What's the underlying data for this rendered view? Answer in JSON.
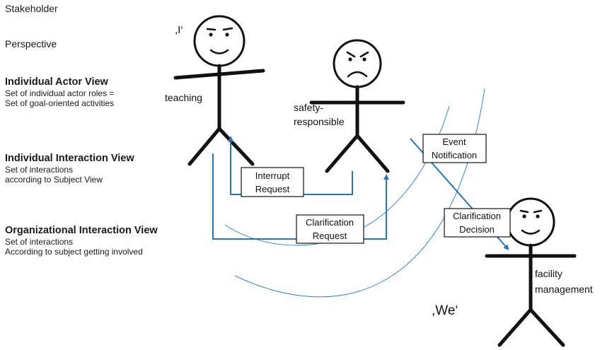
{
  "sidebar": {
    "stakeholder": "Stakeholder",
    "perspective": "Perspective",
    "actor_view": {
      "title": "Individual Actor View",
      "lines": [
        "Set of individual actor roles =",
        "Set of goal-oriented activities"
      ]
    },
    "interaction_view": {
      "title": "Individual Interaction View",
      "lines": [
        "Set of interactions",
        "according to Subject View"
      ]
    },
    "org_view": {
      "title": "Organizational Interaction View",
      "lines": [
        "Set of interactions",
        "According to subject getting involved"
      ]
    }
  },
  "diagram": {
    "quote_i": ",I‘",
    "quote_we": ",We‘",
    "actors": [
      {
        "id": "teacher",
        "label_lines": [
          "teaching"
        ],
        "expression": "smiling"
      },
      {
        "id": "safety",
        "label_lines": [
          "safety-",
          "responsible"
        ],
        "expression": "frowning"
      },
      {
        "id": "facility",
        "label_lines": [
          "facility",
          "management"
        ],
        "expression": "smiling"
      }
    ],
    "boxes": {
      "interrupt": [
        "Interrupt",
        "Request"
      ],
      "clarification_request": [
        "Clarification",
        "Request"
      ],
      "event_notification": [
        "Event",
        "Notification"
      ],
      "clarification_decision": [
        "Clarification",
        "Decision"
      ]
    },
    "colors": {
      "flow": "#2a74b0",
      "arc": "#3a86c8",
      "ink": "#111111"
    }
  }
}
